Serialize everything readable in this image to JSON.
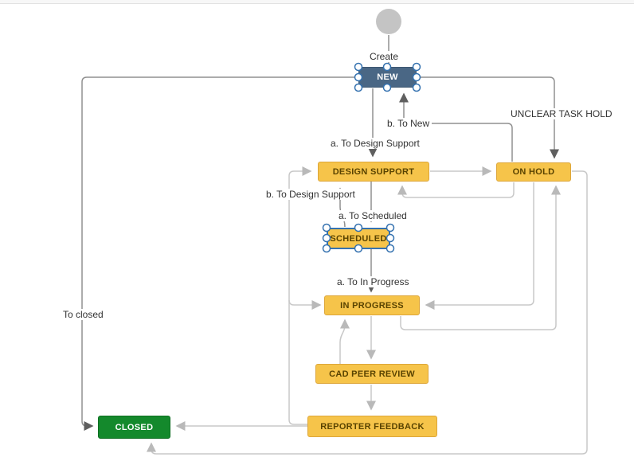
{
  "diagram": {
    "type": "workflow-designer-canvas",
    "nodes": {
      "new": {
        "label": "NEW",
        "kind": "initial-status",
        "color": "#4A6785",
        "selected": true
      },
      "design_support": {
        "label": "DESIGN SUPPORT",
        "kind": "status",
        "color": "#F6C44A"
      },
      "on_hold": {
        "label": "ON HOLD",
        "kind": "status",
        "color": "#F6C44A"
      },
      "scheduled": {
        "label": "SCHEDULED",
        "kind": "status",
        "color": "#F6C44A",
        "selected": true
      },
      "in_progress": {
        "label": "IN PROGRESS",
        "kind": "status",
        "color": "#F6C44A"
      },
      "cad_peer_review": {
        "label": "CAD PEER REVIEW",
        "kind": "status",
        "color": "#F6C44A"
      },
      "reporter_feedback": {
        "label": "REPORTER FEEDBACK",
        "kind": "status",
        "color": "#F6C44A"
      },
      "closed": {
        "label": "CLOSED",
        "kind": "final-status",
        "color": "#14892C"
      }
    },
    "transition_labels": {
      "create": "Create",
      "to_design_support_a": "a. To Design Support",
      "to_new_b": "b. To New",
      "unclear_task_hold": "UNCLEAR TASK HOLD",
      "to_design_support_b": "b. To Design Support",
      "to_scheduled_a": "a. To Scheduled",
      "to_in_progress_a": "a. To In Progress",
      "to_closed": "To closed"
    },
    "colors": {
      "status_yellow": "#F6C44A",
      "status_yellow_border": "#DDA63A",
      "status_new_blue": "#4A6785",
      "status_green": "#14892C",
      "selection_blue": "#3572B0",
      "start_circle_gray": "#C4C4C4",
      "line_light": "#C8C8C8",
      "line_dark": "#909090",
      "arrow_dark": "#5F5F5F",
      "arrow_light": "#B9B9B9",
      "label_text": "#333333"
    }
  }
}
